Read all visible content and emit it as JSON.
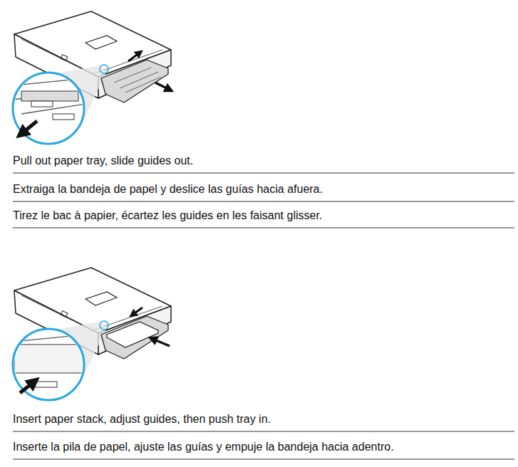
{
  "diagram": {
    "labels": [
      "Pull out paper tray, slide guides out.",
      "Extraiga la bandeja de papel y deslice las guías hacia afuera.",
      "Tirez le bac à papier, écartez les guides en les faisant glisser.",
      "Insert paper stack, adjust guides, then push tray in.",
      "Inserte la pila de papel, ajuste las guías y empuje la bandeja hacia adentro."
    ]
  }
}
